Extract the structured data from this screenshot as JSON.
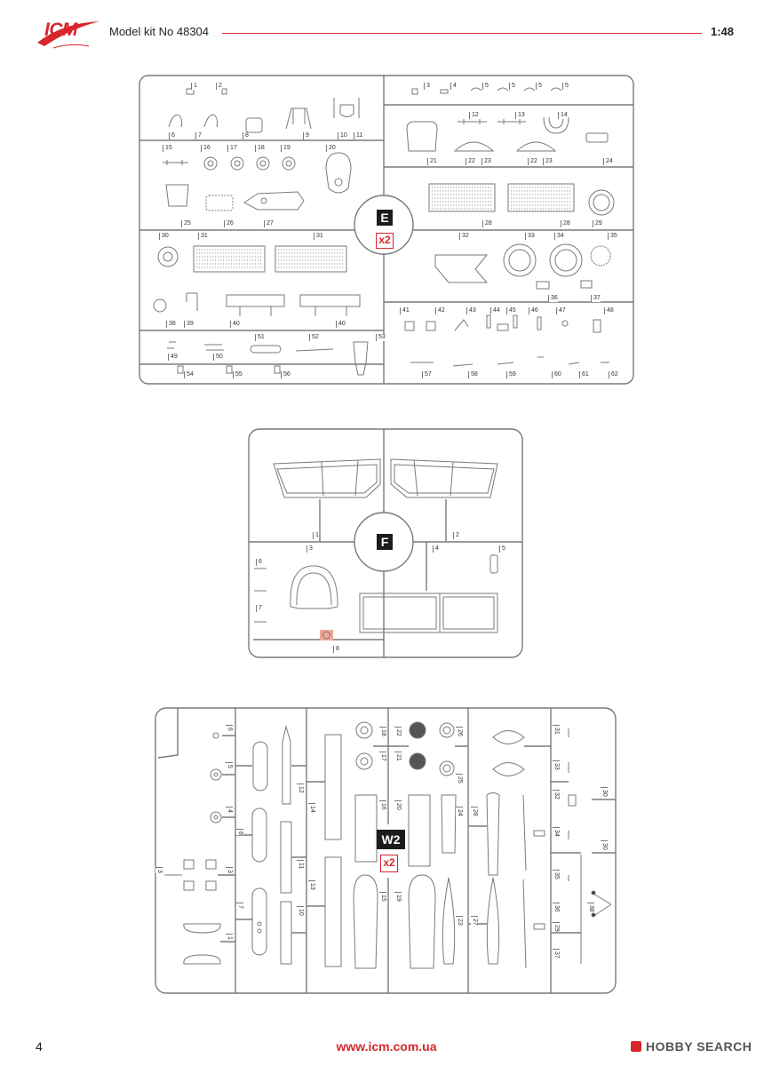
{
  "header": {
    "logo": "ICM",
    "kit_label": "Model kit No 48304",
    "scale": "1:48"
  },
  "sprue_e": {
    "label": "E",
    "count": "x2",
    "parts": [
      "1",
      "2",
      "3",
      "4",
      "5",
      "5",
      "5",
      "5",
      "12",
      "13",
      "14",
      "6",
      "7",
      "8",
      "9",
      "10",
      "11",
      "15",
      "16",
      "17",
      "18",
      "19",
      "20",
      "21",
      "22",
      "23",
      "22",
      "23",
      "24",
      "25",
      "26",
      "27",
      "28",
      "28",
      "29",
      "30",
      "31",
      "31",
      "32",
      "33",
      "34",
      "35",
      "36",
      "37",
      "41",
      "42",
      "43",
      "44",
      "45",
      "46",
      "47",
      "48",
      "38",
      "39",
      "40",
      "40",
      "51",
      "52",
      "53",
      "49",
      "50",
      "54",
      "55",
      "56",
      "57",
      "58",
      "59",
      "60",
      "61",
      "62"
    ]
  },
  "sprue_f": {
    "label": "F",
    "parts": [
      "1",
      "2",
      "3",
      "4",
      "5",
      "6",
      "7",
      "8"
    ]
  },
  "sprue_w2": {
    "label": "W2",
    "count": "x2",
    "parts": [
      "6",
      "5",
      "4",
      "3",
      "3",
      "8",
      "7",
      "1",
      "12",
      "14",
      "11",
      "13",
      "10",
      "18",
      "17",
      "16",
      "15",
      "22",
      "21",
      "20",
      "19",
      "26",
      "25",
      "24",
      "23",
      "28",
      "27",
      "31",
      "33",
      "32",
      "34",
      "35",
      "36",
      "29",
      "37",
      "30",
      "30",
      "38"
    ]
  },
  "footer": {
    "page": "4",
    "url": "www.icm.com.ua",
    "watermark": "HOBBY SEARCH"
  },
  "colors": {
    "accent_red": "#d8262c",
    "highlight_part": "#f2a896"
  }
}
